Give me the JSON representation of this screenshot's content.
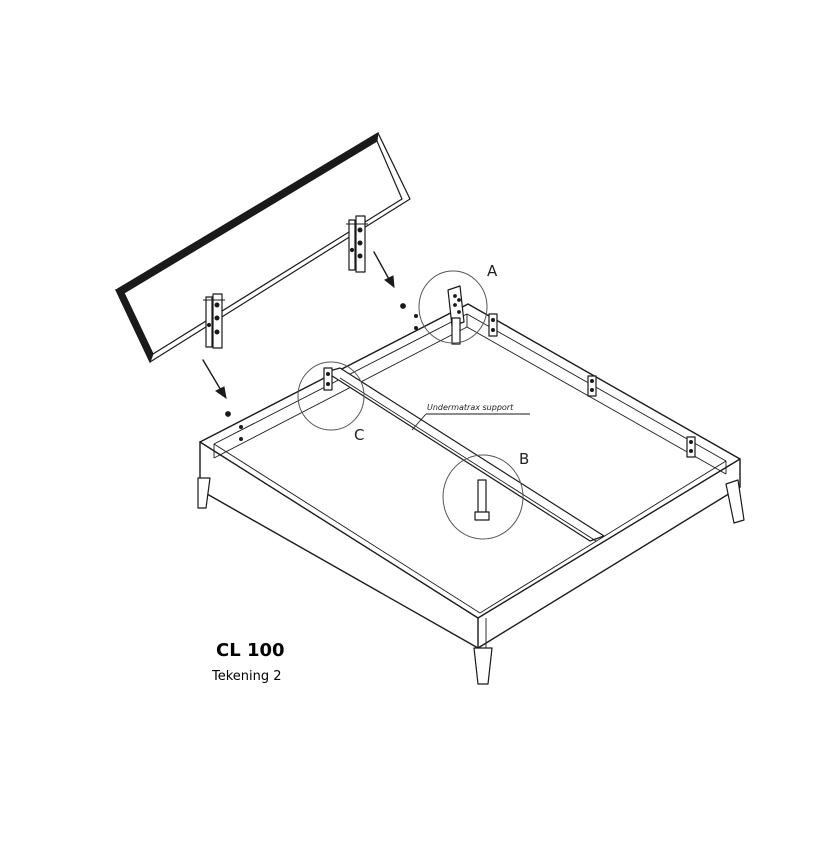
{
  "title": "CL 100",
  "subtitle": "Tekening 2",
  "callouts": {
    "a": "A",
    "b": "B",
    "c": "C"
  },
  "annotation": "Undermatrax support"
}
